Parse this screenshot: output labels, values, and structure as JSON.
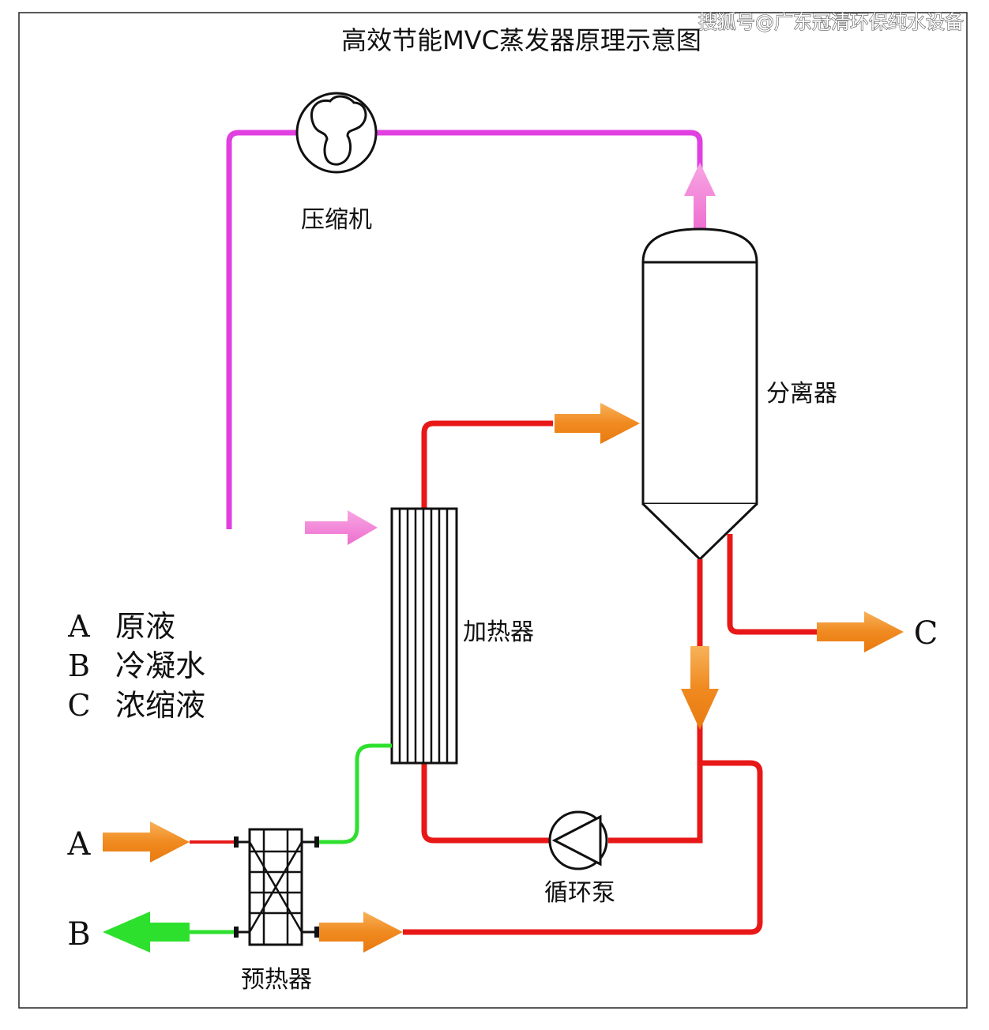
{
  "title": "高效节能MVC蒸发器原理示意图",
  "watermark": "搜狐号@广东冠清环保纯水设备",
  "components": {
    "compressor": "压缩机",
    "separator": "分离器",
    "heater": "加热器",
    "circulation_pump": "循环泵",
    "preheater": "预热器"
  },
  "legend": [
    {
      "key": "A",
      "label": "原液"
    },
    {
      "key": "B",
      "label": "冷凝水"
    },
    {
      "key": "C",
      "label": "浓缩液"
    }
  ],
  "ports": {
    "a": "A",
    "b": "B",
    "c": "C"
  },
  "colors": {
    "vapor_line": "#e040e0",
    "vapor_arrow": "#f07ad0",
    "liquid_line": "#e81818",
    "flow_arrow": "#f08a20",
    "condensate_line": "#2ee02e"
  }
}
